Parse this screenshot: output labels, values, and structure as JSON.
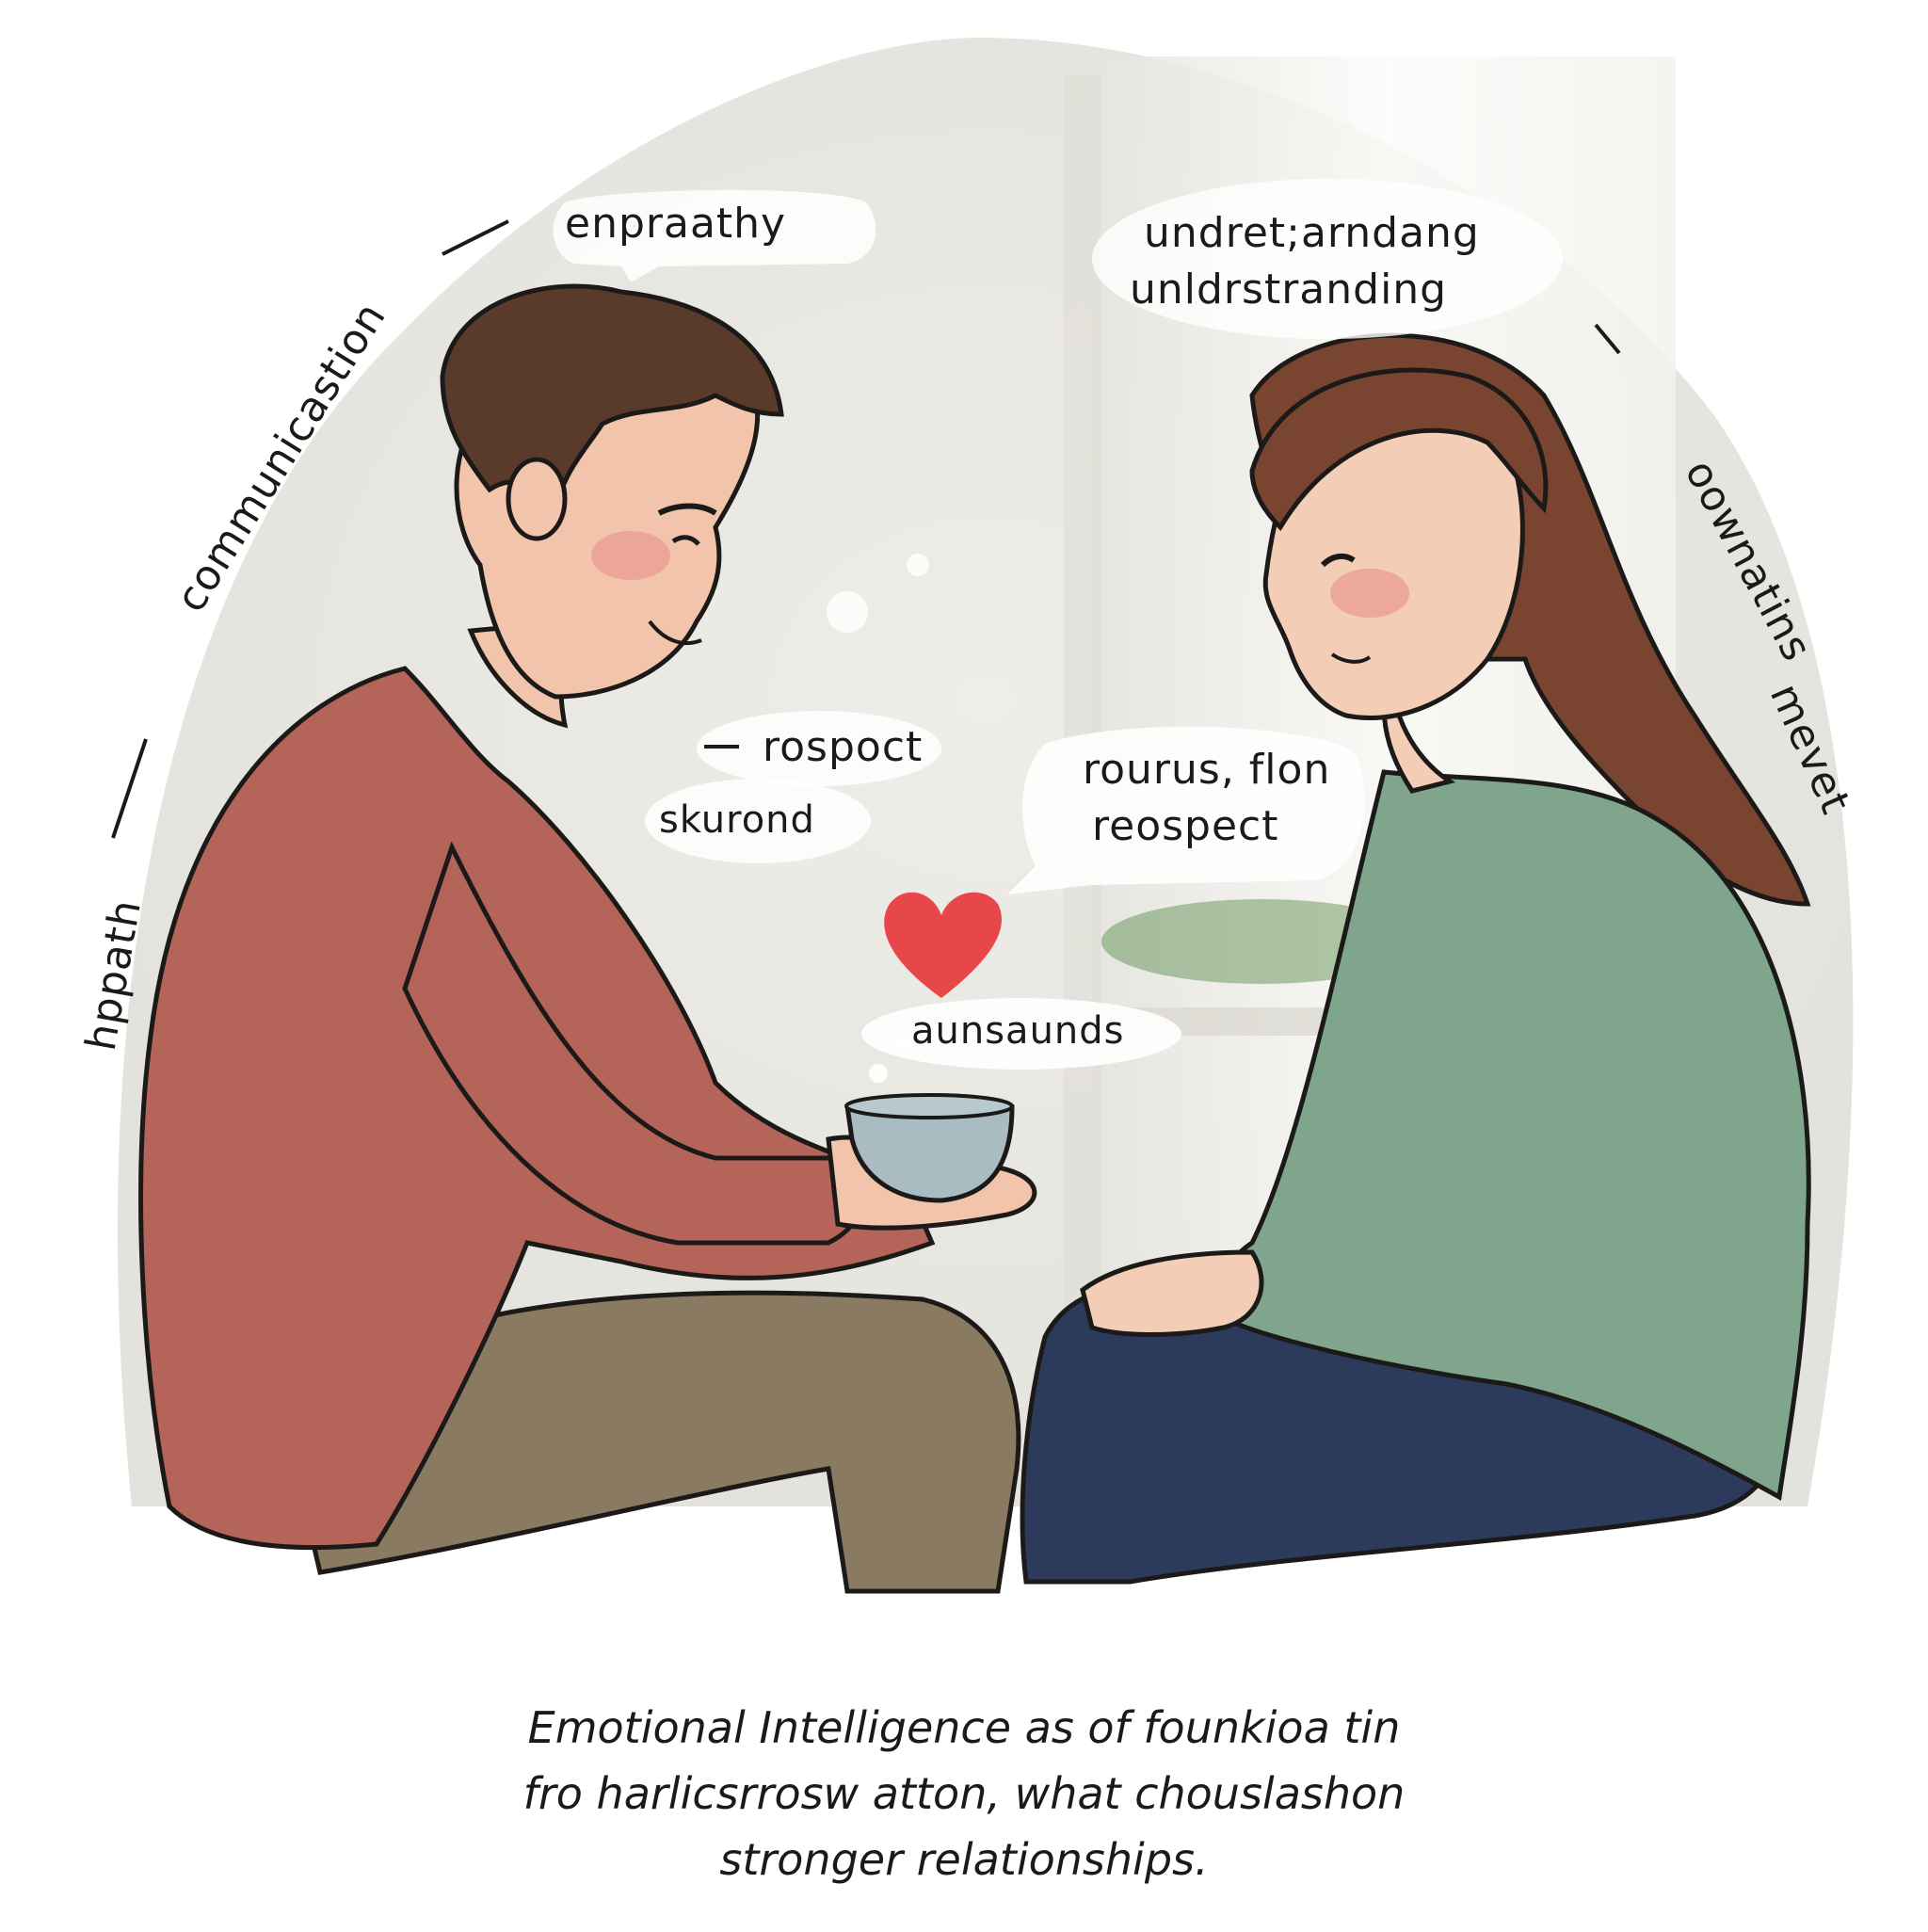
{
  "illustration": {
    "background": {
      "circle_color": "#eae8e2",
      "window_light_color": "#f7f7f4",
      "plant_color": "#6f9a64"
    },
    "man": {
      "sweater_color": "#b5645a",
      "pants_color": "#8b7a62",
      "hair_color": "#5a3a2a",
      "skin_color": "#f1c4ab"
    },
    "woman": {
      "sweater_color": "#7fa58c",
      "pants_color": "#2c3a5c",
      "hair_color": "#7a4530",
      "skin_color": "#f3cdb6"
    },
    "cup_color": "#a9bcc2",
    "heart_color": "#e8474a"
  },
  "labels": {
    "top_left_bubble": "enpraathy",
    "top_right_line1": "undret;arndang",
    "top_right_line2": "unldrstranding",
    "arc_left": "communicastion",
    "arc_far_left": "hppath",
    "arc_right_top": "oownatins",
    "arc_right_bottom": "mevet",
    "middle_left_line1": "rospoct",
    "middle_left_line2": "skurond",
    "middle_right_line1": "rourus, flon",
    "middle_right_line2": "reospect",
    "heart_bubble": "aunsaunds"
  },
  "caption": {
    "line1": "Emotional Intelligence as of founkioa tin",
    "line2": "fro harlicsrrosw atton, what chouslashon",
    "line3": "stronger relationships."
  }
}
